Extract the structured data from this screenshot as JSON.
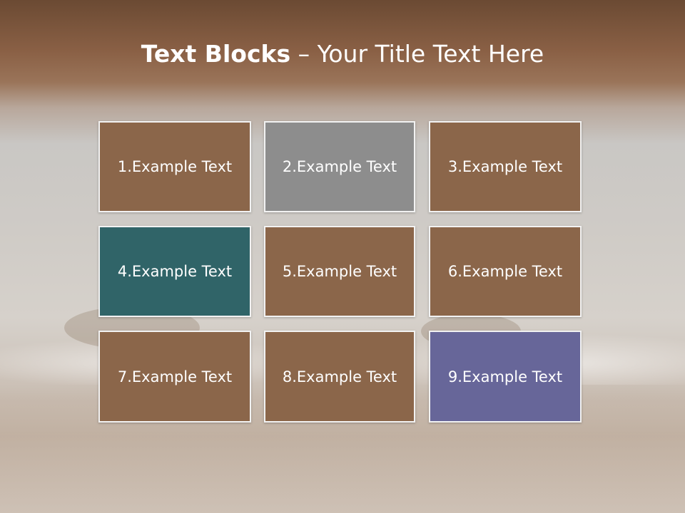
{
  "title": {
    "bold": "Text Blocks",
    "dash": " – ",
    "rest": "Your Title Text Here"
  },
  "blocks": [
    {
      "label": "1.Example Text",
      "color": "#8b664a"
    },
    {
      "label": "2.Example Text",
      "color": "#8d8d8d"
    },
    {
      "label": "3.Example Text",
      "color": "#8b664a"
    },
    {
      "label": "4.Example Text",
      "color": "#306468"
    },
    {
      "label": "5.Example Text",
      "color": "#8b664a"
    },
    {
      "label": "6.Example Text",
      "color": "#8b664a"
    },
    {
      "label": "7.Example Text",
      "color": "#8b664a"
    },
    {
      "label": "8.Example Text",
      "color": "#8b664a"
    },
    {
      "label": "9.Example Text",
      "color": "#676699"
    }
  ]
}
